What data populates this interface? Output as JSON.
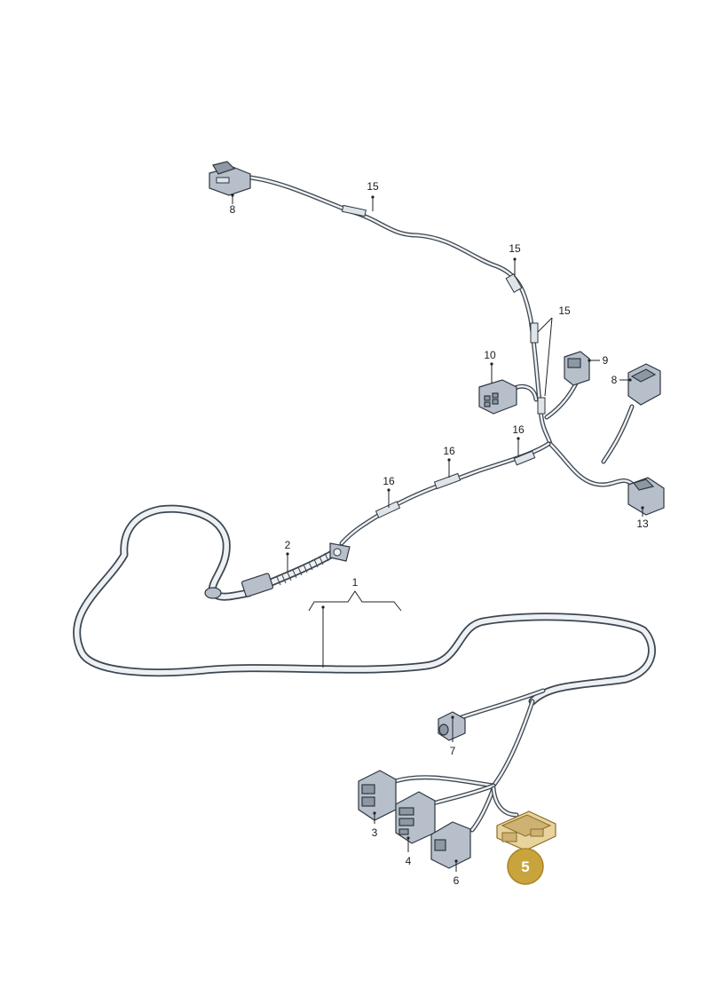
{
  "diagram": {
    "callouts": {
      "c1": "1",
      "c2": "2",
      "c3": "3",
      "c4": "4",
      "c5": "5",
      "c6": "6",
      "c7": "7",
      "c8a": "8",
      "c8b": "8",
      "c9": "9",
      "c10": "10",
      "c13": "13",
      "c15a": "15",
      "c15b": "15",
      "c15c": "15",
      "c16a": "16",
      "c16b": "16",
      "c16c": "16"
    },
    "highlighted_part": "5",
    "highlight_color": "#c9a43d"
  }
}
